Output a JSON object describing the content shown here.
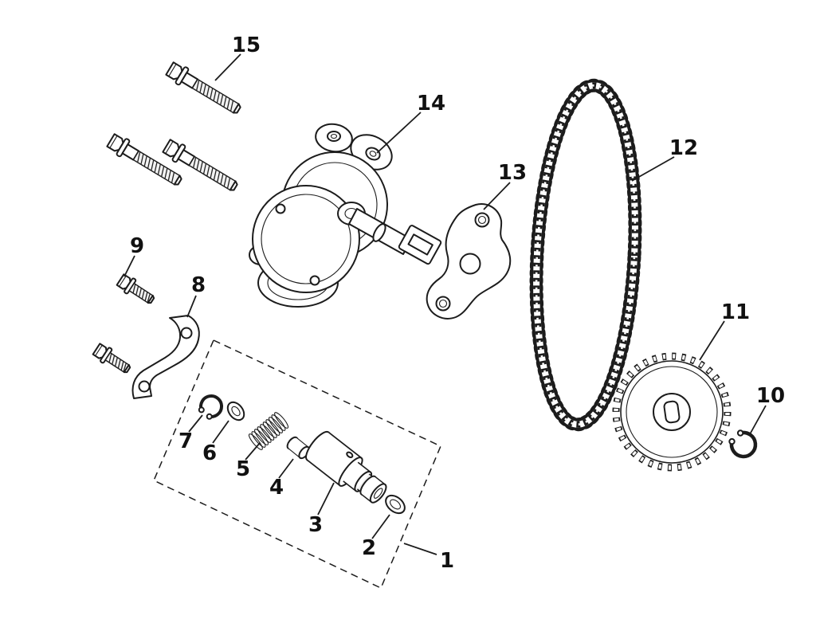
{
  "diagram": {
    "type": "exploded-parts-diagram",
    "background_color": "#ffffff",
    "line_color": "#1c1c1c",
    "callouts": [
      {
        "label": "1",
        "part": "plunger-assembly-group"
      },
      {
        "label": "2",
        "part": "sealing-ring"
      },
      {
        "label": "3",
        "part": "tensioner-plunger"
      },
      {
        "label": "4",
        "part": "plunger-pin"
      },
      {
        "label": "5",
        "part": "spring"
      },
      {
        "label": "6",
        "part": "washer"
      },
      {
        "label": "7",
        "part": "snap-ring"
      },
      {
        "label": "8",
        "part": "retainer-bracket"
      },
      {
        "label": "9",
        "part": "flange-bolt"
      },
      {
        "label": "10",
        "part": "circlip"
      },
      {
        "label": "11",
        "part": "sprocket"
      },
      {
        "label": "12",
        "part": "drive-chain"
      },
      {
        "label": "13",
        "part": "gasket"
      },
      {
        "label": "14",
        "part": "oil-pump-assembly"
      },
      {
        "label": "15",
        "part": "mounting-bolt"
      }
    ]
  }
}
